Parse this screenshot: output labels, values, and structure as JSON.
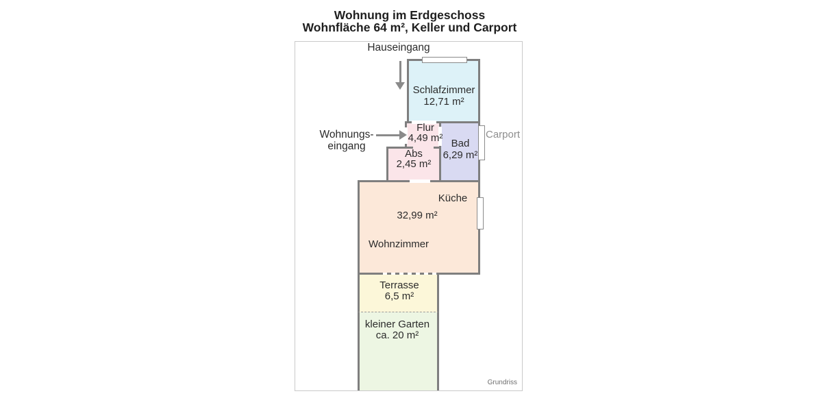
{
  "title": {
    "line1": "Wohnung im Erdgeschoss",
    "line2": "Wohnfläche 64 m², Keller und Carport"
  },
  "annotations": {
    "hauseingang": "Hauseingang",
    "wohnungseingang_line1": "Wohnungs-",
    "wohnungseingang_line2": "eingang",
    "carport": "Carport",
    "grundriss": "Grundriss"
  },
  "rooms": {
    "schlafzimmer": {
      "name": "Schlafzimmer",
      "area": "12,71 m²",
      "color": "#ddf2f8"
    },
    "flur": {
      "name": "Flur",
      "area": "4,49 m²",
      "color": "#fbe5e9"
    },
    "bad": {
      "name": "Bad",
      "area": "6,29 m²",
      "color": "#d9daf2"
    },
    "abs": {
      "name": "Abs",
      "area": "2,45 m²",
      "color": "#fbe5e9"
    },
    "wohnkueche": {
      "kitchen_label": "Küche",
      "living_label": "Wohnzimmer",
      "area": "32,99 m²",
      "color": "#fce8d9"
    },
    "terrasse": {
      "name": "Terrasse",
      "area": "6,5 m²",
      "color": "#fcf7d9"
    },
    "garten": {
      "name": "kleiner Garten",
      "area": "ca. 20 m²",
      "color": "#edf6e3"
    }
  },
  "colors": {
    "wall": "#7f7f7f",
    "arrow": "#8a8a8a",
    "frame_border": "#c9c9c9",
    "muted_text": "#8e8e8e"
  }
}
